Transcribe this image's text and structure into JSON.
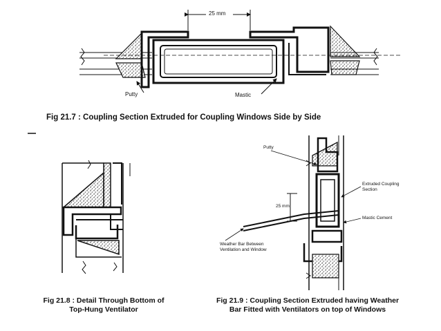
{
  "fig_21_7": {
    "dimension": "25 mm",
    "label_putty": "Putty",
    "label_mastic": "Mastic",
    "caption": "Fig 21.7 : Coupling Section Extruded for Coupling Windows Side by Side"
  },
  "fig_21_8": {
    "caption_line1": "Fig 21.8 : Detail Through Bottom of",
    "caption_line2": "Top-Hung Ventilator"
  },
  "fig_21_9": {
    "label_putty": "Putty",
    "label_coupling_line1": "Extruded Coupling",
    "label_coupling_line2": "Section",
    "dimension": "25 mm",
    "label_mastic": "Mastic Cement",
    "label_weather_line1": "Weather Bar Between",
    "label_weather_line2": "Ventilation and Window",
    "caption_line1": "Fig 21.9 : Coupling Section Extruded having Weather",
    "caption_line2": "Bar Fitted with Ventilators on top of Windows"
  }
}
